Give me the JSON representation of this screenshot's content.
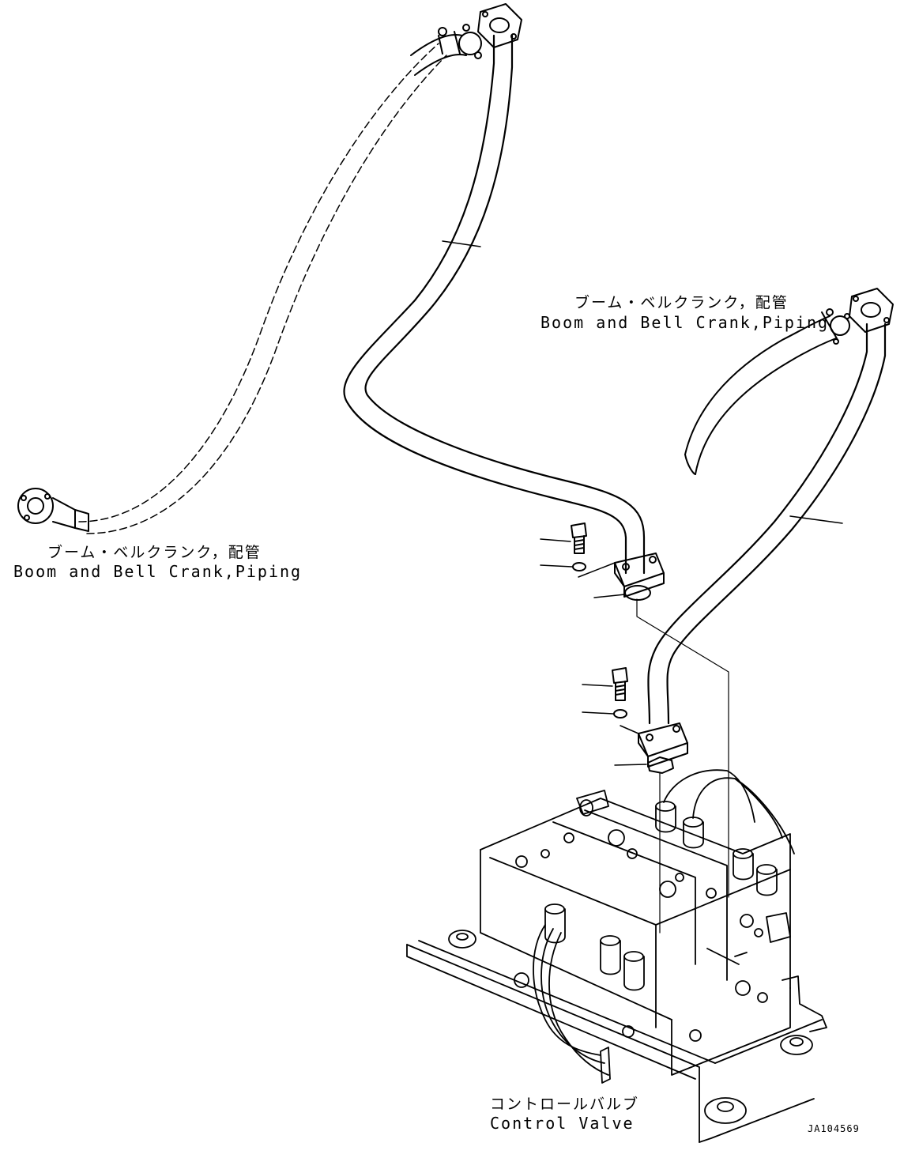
{
  "labels": {
    "top_right_jp": "ブーム・ベルクランク，配管",
    "top_right_en": "Boom and Bell Crank,Piping",
    "left_jp": "ブーム・ベルクランク，配管",
    "left_en": "Boom and Bell Crank,Piping",
    "valve_jp": "コントロールバルブ",
    "valve_en": "Control Valve"
  },
  "drawing_code": "JA104569"
}
